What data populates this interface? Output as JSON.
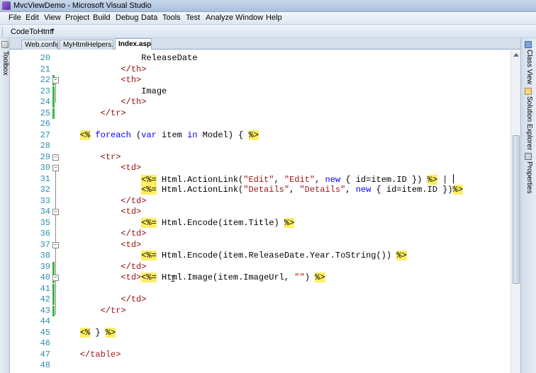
{
  "window": {
    "title": "MvcViewDemo - Microsoft Visual Studio"
  },
  "menu": [
    {
      "label": "File"
    },
    {
      "label": "Edit"
    },
    {
      "label": "View"
    },
    {
      "label": "Project"
    },
    {
      "label": "Build"
    },
    {
      "label": "Debug"
    },
    {
      "label": "Data"
    },
    {
      "label": "Tools"
    },
    {
      "label": "Test"
    },
    {
      "label": "Analyze"
    },
    {
      "label": "Window"
    },
    {
      "label": "Help"
    }
  ],
  "toolbar": {
    "button_label": "CodeToHtml"
  },
  "tabs": [
    {
      "label": "Web.config",
      "active": false
    },
    {
      "label": "MyHtmlHelpers.cs",
      "active": false
    },
    {
      "label": "Index.aspx",
      "active": true
    }
  ],
  "left_dock": {
    "toolbox_label": "Toolbox"
  },
  "right_dock": [
    {
      "label": "Class View"
    },
    {
      "label": "Solution Explorer"
    },
    {
      "label": "Properties"
    }
  ],
  "editor": {
    "lines": [
      {
        "num": "20",
        "text": "                ReleaseDate"
      },
      {
        "num": "21",
        "text": "            </th>"
      },
      {
        "num": "22",
        "text": "            <th>"
      },
      {
        "num": "23",
        "text": "                Image"
      },
      {
        "num": "24",
        "text": "            </th>"
      },
      {
        "num": "25",
        "text": "        </tr>"
      },
      {
        "num": "26",
        "text": ""
      },
      {
        "num": "27",
        "text": "    <% foreach (var item in Model) { %>"
      },
      {
        "num": "28",
        "text": ""
      },
      {
        "num": "29",
        "text": "        <tr>"
      },
      {
        "num": "30",
        "text": "            <td>"
      },
      {
        "num": "31",
        "text": "                <%= Html.ActionLink(\"Edit\", \"Edit\", new { id=item.ID }) %> |"
      },
      {
        "num": "32",
        "text": "                <%= Html.ActionLink(\"Details\", \"Details\", new { id=item.ID })%>"
      },
      {
        "num": "33",
        "text": "            </td>"
      },
      {
        "num": "34",
        "text": "            <td>"
      },
      {
        "num": "35",
        "text": "                <%= Html.Encode(item.Title) %>"
      },
      {
        "num": "36",
        "text": "            </td>"
      },
      {
        "num": "37",
        "text": "            <td>"
      },
      {
        "num": "38",
        "text": "                <%= Html.Encode(item.ReleaseDate.Year.ToString()) %>"
      },
      {
        "num": "39",
        "text": "            </td>"
      },
      {
        "num": "40",
        "text": "            <td><%= Html.Image(item.ImageUrl, \"\") %>"
      },
      {
        "num": "41",
        "text": ""
      },
      {
        "num": "42",
        "text": "            </td>"
      },
      {
        "num": "43",
        "text": "        </tr>"
      },
      {
        "num": "44",
        "text": ""
      },
      {
        "num": "45",
        "text": "    <% } %>"
      },
      {
        "num": "46",
        "text": ""
      },
      {
        "num": "47",
        "text": "    </table>"
      },
      {
        "num": "48",
        "text": ""
      }
    ]
  },
  "colors": {
    "line_number": "#2b91af",
    "html_tag": "#800000",
    "keyword": "#0000ff",
    "string": "#a31515",
    "server_delimiter_highlight": "#ffee62",
    "changed_line_marker": "#3cb44b"
  },
  "icons": [
    "visual-studio-icon",
    "toolbar-grip-icon",
    "dropdown-arrow-icon",
    "fold-collapse-icon",
    "text-cursor-icon",
    "class-view-icon",
    "solution-explorer-icon",
    "properties-icon"
  ]
}
